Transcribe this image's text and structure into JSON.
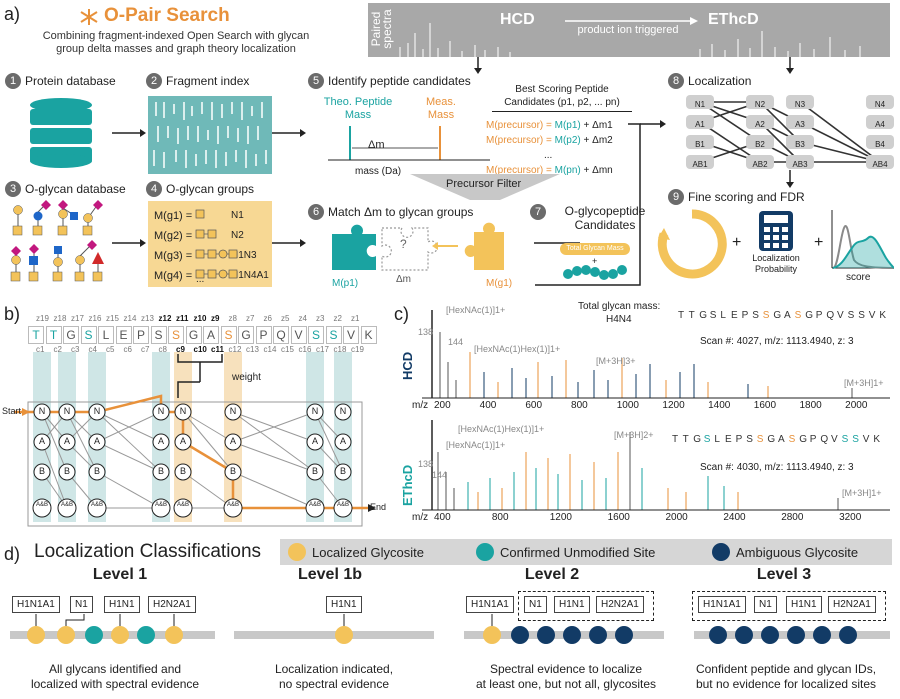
{
  "panel_a": {
    "label": "a)",
    "title": "O-Pair Search",
    "subtitle": "Combining fragment-indexed Open Search with glycan group delta masses and graph theory localization",
    "spectra": {
      "side_label": "Paired spectra",
      "hcd": "HCD",
      "ethcd": "EThcD",
      "trigger": "product ion triggered"
    },
    "steps": [
      {
        "n": "1",
        "label": "Protein database"
      },
      {
        "n": "2",
        "label": "Fragment index"
      },
      {
        "n": "3",
        "label": "O-glycan database"
      },
      {
        "n": "4",
        "label": "O-glycan groups"
      },
      {
        "n": "5",
        "label": "Identify peptide candidates"
      },
      {
        "n": "6",
        "label": "Match Δm to glycan groups"
      },
      {
        "n": "7",
        "label": "O-glycopeptide Candidates"
      },
      {
        "n": "8",
        "label": "Localization"
      },
      {
        "n": "9",
        "label": "Fine scoring and FDR"
      }
    ],
    "glycan_groups": [
      {
        "m": "M(g1) =",
        "name": "N1"
      },
      {
        "m": "M(g2) =",
        "name": "N2"
      },
      {
        "m": "M(g3) =",
        "name": "H1N3"
      },
      {
        "m": "M(g4) =",
        "name": "H1N4A1"
      }
    ],
    "glycan_more": "...",
    "theo_mass": "Theo. Peptide Mass",
    "meas_mass": "Meas. Mass",
    "delta_m": "Δm",
    "mass_axis": "mass (Da)",
    "best_scoring": "Best Scoring Peptide Candidates (p1, p2, ... pn)",
    "equations": [
      {
        "lhs": "M(precursor) =",
        "rhs": "M(p1)",
        "d": "+ Δm1"
      },
      {
        "lhs": "M(precursor) =",
        "rhs": "M(p2)",
        "d": "+ Δm2"
      },
      {
        "lhs": "M(precursor) =",
        "rhs": "M(pn)",
        "d": "+ Δmn"
      }
    ],
    "eq_dots": "...",
    "precursor_filter": "Precursor Filter",
    "puzzle": {
      "p1": "M(p1)",
      "g1": "M(g1)",
      "dm": "Δm",
      "q": "?"
    },
    "total_glycan_mass": "Total Glycan Mass",
    "score": "Score",
    "plus": "+",
    "loc_prob": "Localization Probability",
    "score_axis": "score",
    "graph_nodes": {
      "col1": [
        "N1",
        "A1",
        "B1",
        "AB1"
      ],
      "col2": [
        "N2",
        "A2",
        "B2",
        "AB2"
      ],
      "col3": [
        "N3",
        "A3",
        "B3",
        "AB3"
      ],
      "col4": [
        "N4",
        "A4",
        "B4",
        "AB4"
      ]
    }
  },
  "panel_b": {
    "label": "b)",
    "sequence": [
      "T",
      "T",
      "G",
      "S",
      "L",
      "E",
      "P",
      "S",
      "S",
      "G",
      "A",
      "S",
      "G",
      "P",
      "Q",
      "V",
      "S",
      "S",
      "V",
      "K"
    ],
    "z_ions": [
      "z19",
      "z18",
      "z17",
      "z16",
      "z15",
      "z14",
      "z13",
      "z12",
      "z11",
      "z10",
      "z9",
      "z8",
      "z7",
      "z6",
      "z5",
      "z4",
      "z3",
      "z2",
      "z1"
    ],
    "c_ions": [
      "c1",
      "c2",
      "c3",
      "c4",
      "c5",
      "c6",
      "c7",
      "c8",
      "c9",
      "c10",
      "c11",
      "c12",
      "c13",
      "c14",
      "c15",
      "c16",
      "c17",
      "c18",
      "c19"
    ],
    "weight": "weight",
    "start": "Start",
    "end": "End",
    "rows": [
      "N",
      "A",
      "B",
      "A&B"
    ]
  },
  "panel_c": {
    "label": "c)",
    "total_glycan_label": "Total glycan mass:",
    "total_glycan_value": "H4N4",
    "hcd": {
      "label": "HCD",
      "scan": "Scan #: 4027, m/z: 1113.4940, z: 3",
      "xticks": [
        "m/z",
        "200",
        "400",
        "600",
        "800",
        "1000",
        "1200",
        "1400",
        "1600",
        "1800",
        "2000"
      ],
      "annotations": [
        "[HexNAc(1)]1+",
        "138",
        "144",
        "[HexNAc(1)Hex(1)]1+",
        "[M+3H]3+",
        "[M+3H]1+"
      ]
    },
    "ethcd": {
      "label": "EThcD",
      "scan": "Scan #: 4030, m/z: 1113.4940, z: 3",
      "xticks": [
        "m/z",
        "400",
        "800",
        "1200",
        "1600",
        "2000",
        "2400",
        "2800",
        "3200"
      ],
      "annotations": [
        "[HexNAc(1)Hex(1)]1+",
        "[HexNAc(1)]1+",
        "138",
        "144",
        "[M+3H]2+",
        "[M+3H]1+"
      ]
    }
  },
  "panel_d": {
    "label": "d)",
    "title": "Localization Classifications",
    "legend": [
      {
        "label": "Localized Glycosite",
        "color": "#f3c35a"
      },
      {
        "label": "Confirmed Unmodified Site",
        "color": "#1aa3a1"
      },
      {
        "label": "Ambiguous Glycosite",
        "color": "#123b66"
      }
    ],
    "levels": [
      {
        "title": "Level 1",
        "boxes": [
          "H1N1A1",
          "N1",
          "H1N1",
          "H2N2A1"
        ],
        "desc": [
          "All glycans identified and",
          "localized with spectral evidence"
        ]
      },
      {
        "title": "Level 1b",
        "boxes": [
          "H1N1"
        ],
        "desc": [
          "Localization indicated,",
          "no spectral evidence"
        ]
      },
      {
        "title": "Level 2",
        "boxes": [
          "H1N1A1",
          "N1",
          "H1N1",
          "H2N2A1"
        ],
        "desc": [
          "Spectral evidence to localize",
          "at least one, but not all, glycosites"
        ]
      },
      {
        "title": "Level 3",
        "boxes": [
          "H1N1A1",
          "N1",
          "H1N1",
          "H2N2A1"
        ],
        "desc": [
          "Confident peptide and glycan IDs,",
          "but no evidence for localized sites"
        ]
      }
    ]
  },
  "colors": {
    "orange": "#e8913a",
    "teal": "#1aa3a1",
    "navy": "#123b66",
    "yellow": "#f3c35a",
    "gray": "#8a8a8a"
  }
}
